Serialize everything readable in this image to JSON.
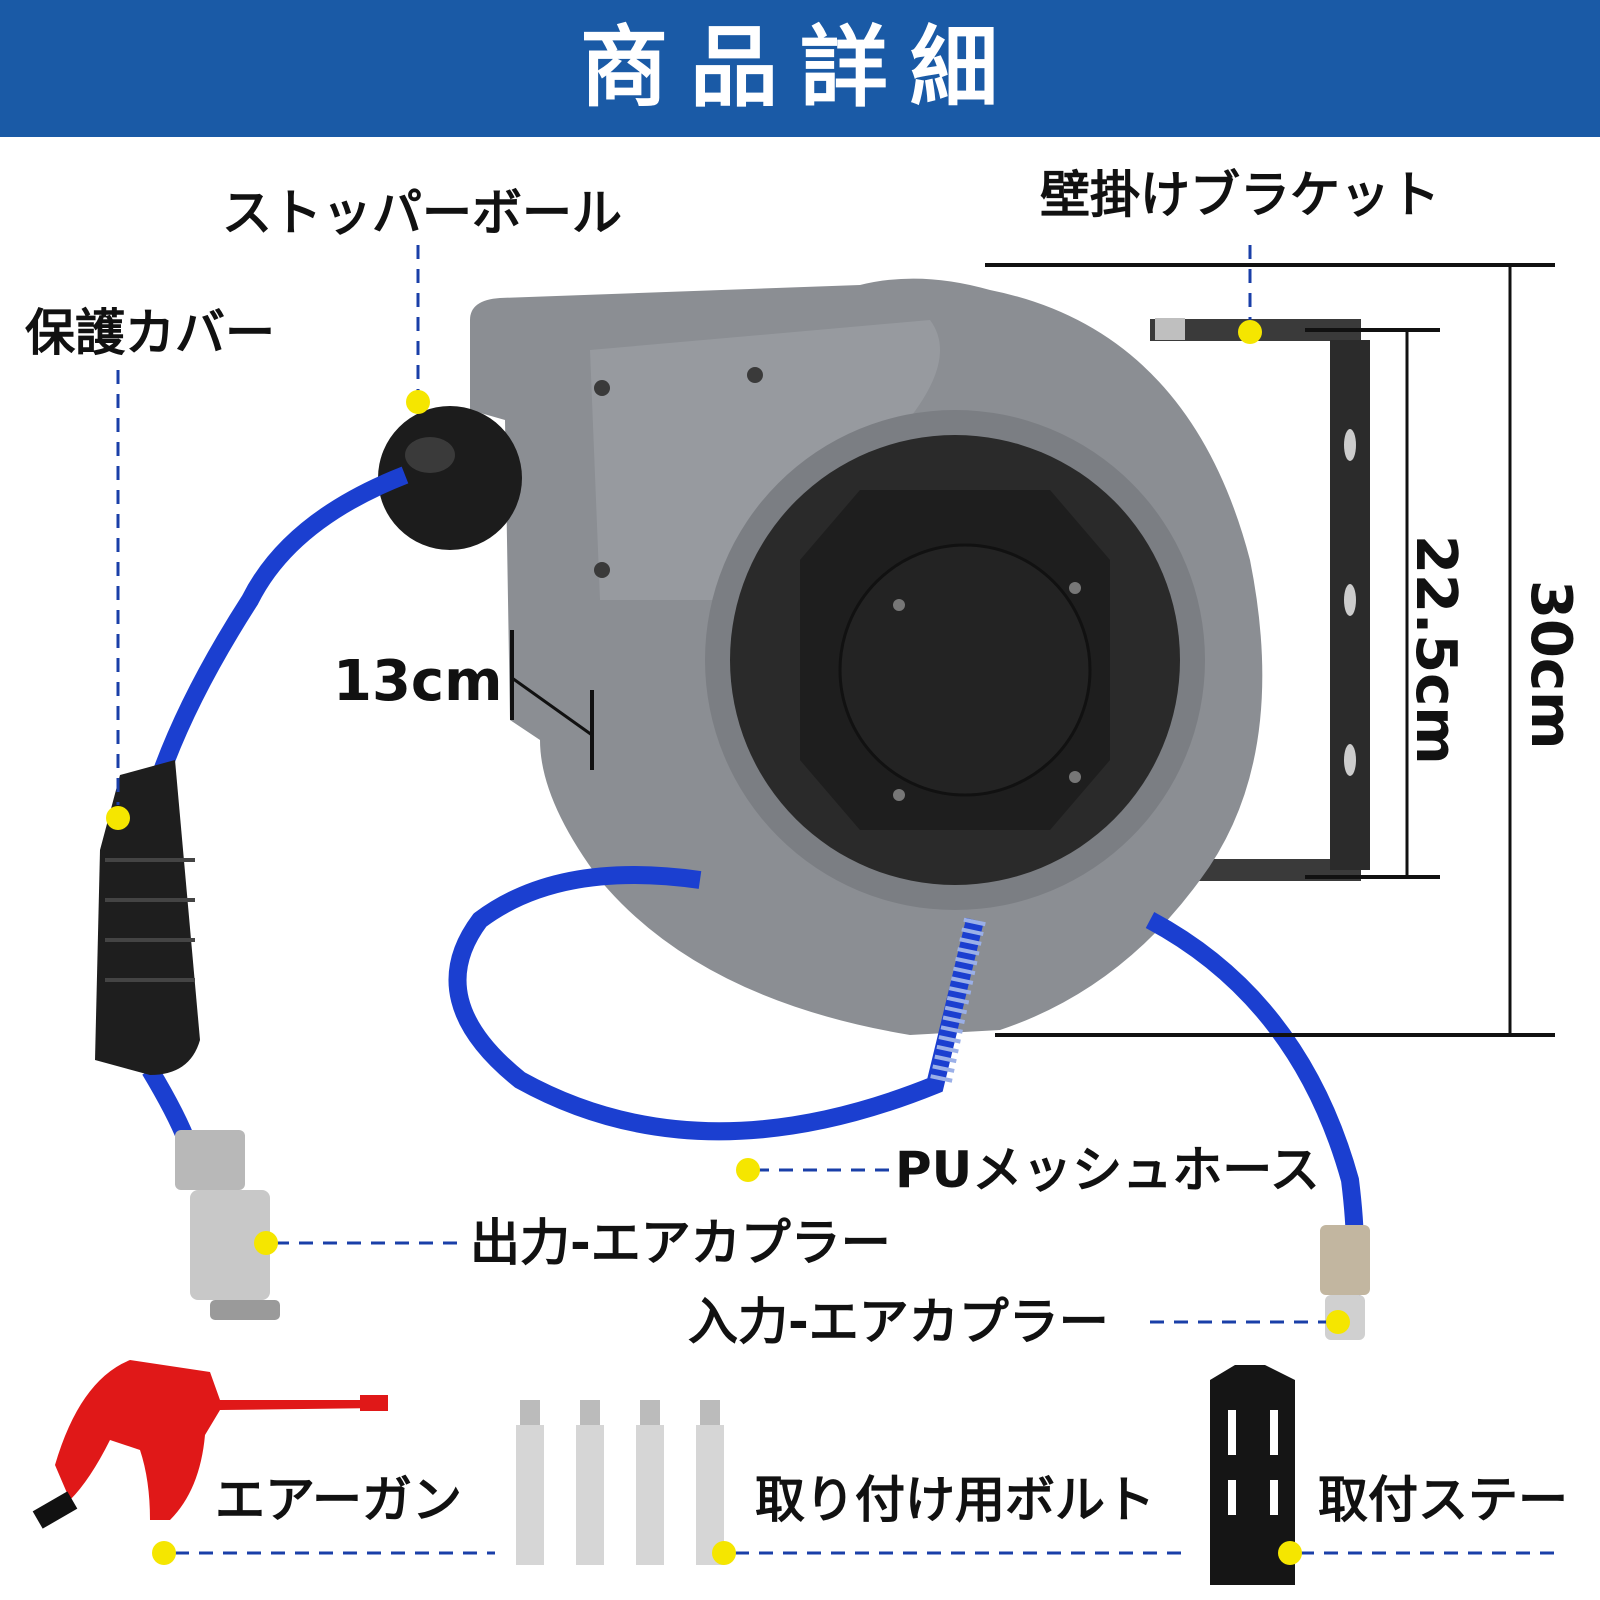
{
  "header": {
    "title": "商品詳細"
  },
  "colors": {
    "banner": "#1a5aa6",
    "leader_line": "#1a3fa8",
    "marker_dot": "#f5e600",
    "hose": "#1b3fd0",
    "reel_body": "#8a8d92"
  },
  "labels": {
    "stopper_ball": "ストッパーボール",
    "protective_cover": "保護カバー",
    "wall_bracket": "壁掛けブラケット",
    "pu_mesh_hose": "PUメッシュホース",
    "output_coupler": "出力-エアカプラー",
    "input_coupler": "入力-エアカプラー",
    "air_gun": "エアーガン",
    "mounting_bolts": "取り付け用ボルト",
    "mounting_stay": "取付ステー"
  },
  "dimensions": {
    "depth": "13cm",
    "bracket_height": "22.5cm",
    "overall_height": "30cm"
  }
}
